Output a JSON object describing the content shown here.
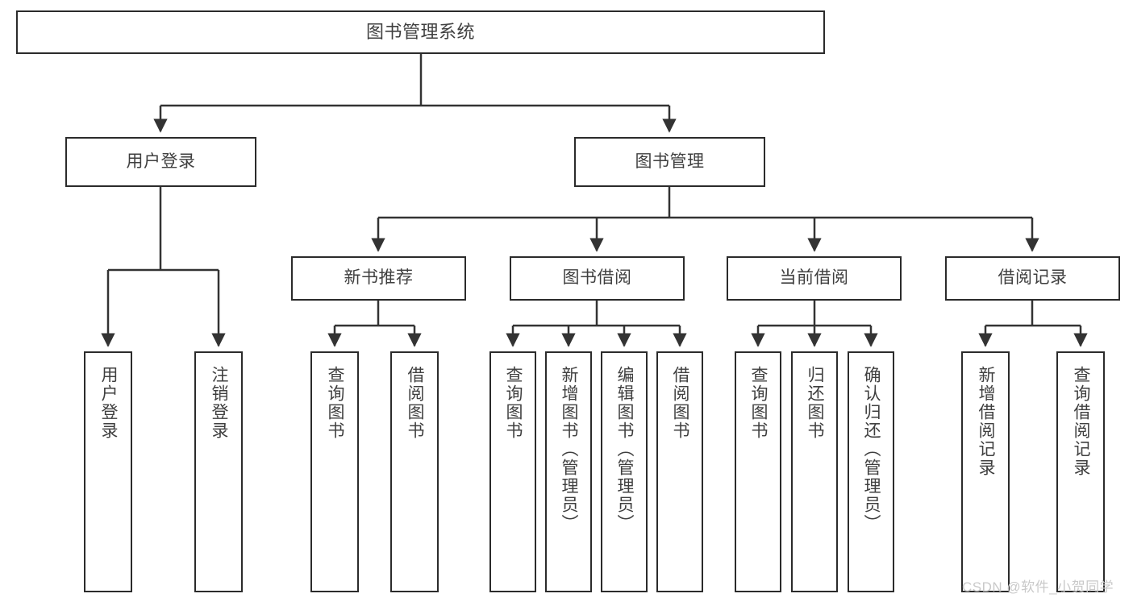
{
  "diagram": {
    "title": "图书管理系统",
    "type": "tree-hierarchy",
    "colors": {
      "box_border": "#2b2b2b",
      "box_fill": "#ffffff",
      "connector": "#333333",
      "text": "#3f3f3f",
      "background": "#ffffff",
      "watermark": "#c9c9c9"
    },
    "root": {
      "label": "图书管理系统"
    },
    "level2": [
      {
        "label": "用户登录"
      },
      {
        "label": "图书管理"
      }
    ],
    "level3": [
      {
        "label": "新书推荐"
      },
      {
        "label": "图书借阅"
      },
      {
        "label": "当前借阅"
      },
      {
        "label": "借阅记录"
      }
    ],
    "leaves": {
      "user_login": [
        {
          "label": "用户登录"
        },
        {
          "label": "注销登录"
        }
      ],
      "new_book": [
        {
          "label": "查询图书"
        },
        {
          "label": "借阅图书"
        }
      ],
      "book_borrow": [
        {
          "label": "查询图书"
        },
        {
          "label": "新增图书（管理员）"
        },
        {
          "label": "编辑图书（管理员）"
        },
        {
          "label": "借阅图书"
        }
      ],
      "current_borrow": [
        {
          "label": "查询图书"
        },
        {
          "label": "归还图书"
        },
        {
          "label": "确认归还（管理员）"
        }
      ],
      "borrow_record": [
        {
          "label": "新增借阅记录"
        },
        {
          "label": "查询借阅记录"
        }
      ]
    }
  },
  "watermark": {
    "text": "CSDN @软件_小贺同学"
  }
}
